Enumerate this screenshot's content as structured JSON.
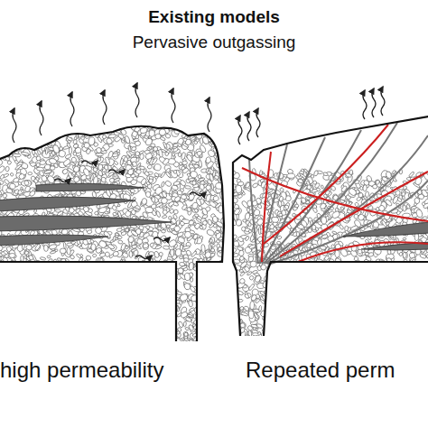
{
  "diagram": {
    "title": "Existing models",
    "labels": [
      "Pervasive outgassing",
      "high permeability",
      "Repeated perm"
    ]
  }
}
